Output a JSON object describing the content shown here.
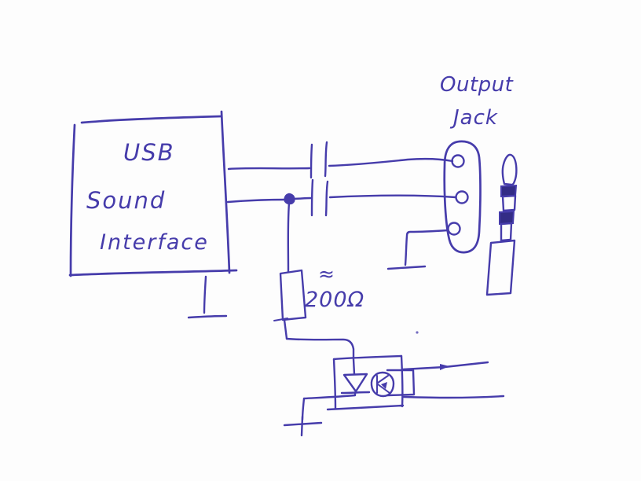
{
  "diagram": {
    "ink_color": "#463cab",
    "dark_ink": "#332c86",
    "background": "#fdfdfd",
    "box_label": {
      "line1": "USB",
      "line2": "Sound",
      "line3": "Interface"
    },
    "jack_label": {
      "line1": "Output",
      "line2": "Jack"
    },
    "resistor_label": {
      "approx": "≈",
      "value": "200Ω"
    }
  }
}
